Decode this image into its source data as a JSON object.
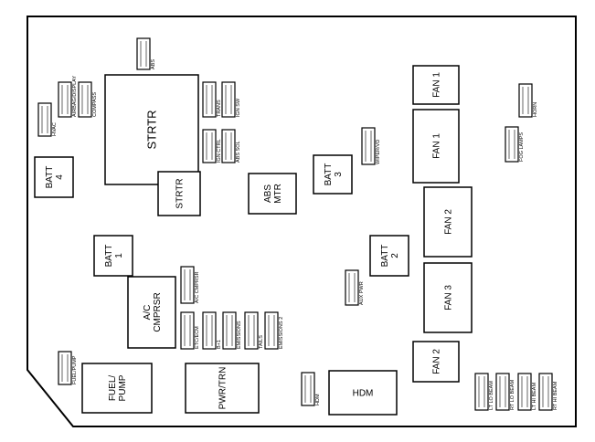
{
  "diagram": {
    "boxes": {
      "stater_main": [
        "STRTR"
      ],
      "strtr_small": [
        "STRTR"
      ],
      "abs_mtr": [
        "ABS",
        "MTR"
      ],
      "batt4": [
        "BATT",
        "4"
      ],
      "batt3": [
        "BATT",
        "3"
      ],
      "batt1": [
        "BATT",
        "1"
      ],
      "batt2": [
        "BATT",
        "2"
      ],
      "fan1_top": [
        "FAN 1"
      ],
      "fan1_mid": [
        "FAN 1"
      ],
      "fan2_mid": [
        "FAN 2"
      ],
      "fan3": [
        "FAN 3"
      ],
      "fan2_bot": [
        "FAN 2"
      ],
      "ac_cmprsr": [
        "A/C",
        "CMPRSR"
      ],
      "fuel_pump": [
        "FUEL/",
        "PUMP"
      ],
      "pwr_trn": [
        "PWR/TRN"
      ],
      "hdm": [
        "HDM"
      ]
    },
    "fuses": {
      "abs": "ABS",
      "hvac": "HVAC",
      "airbag": "AIRBAG/DISPLAY",
      "compass": "COMPASS",
      "trans": "TRANS",
      "ign_sw": "IGN SW",
      "ign_ctrl": "IGN CTRL",
      "abs_sol": "ABS SOL",
      "wiper_vd": "WIPER/VD",
      "horn": "HORN",
      "fog_lamps": "FOG LAMPS",
      "aux_pwr": "AUX PWR",
      "ac_cmprsr_fuse": "A/C CMPRSR",
      "etc_ecm": "ETC/ECM",
      "b1": "B+1",
      "emissions": "EMISSIONS",
      "tails": "TAILS",
      "emissions2": "EMISSIONS 2",
      "fuel_pump_fuse": "FUEL/PUMP",
      "hdm_fuse": "HDM",
      "lt_lo_beam": "LT LO BEAM",
      "rt_lo_beam": "RT LO BEAM",
      "lt_hi_beam": "LT HI BEAM",
      "rt_hi_beam": "RT HI BEAM"
    }
  }
}
